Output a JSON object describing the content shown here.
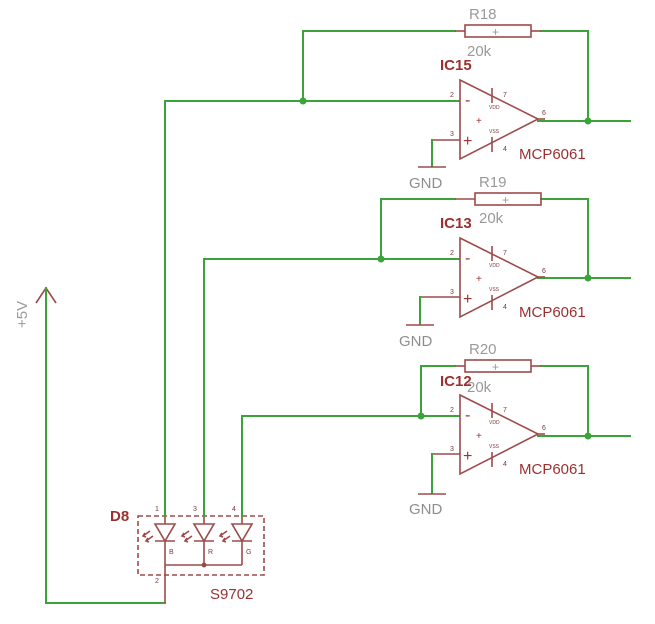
{
  "supply": {
    "label": "+5V"
  },
  "ground_label": "GND",
  "led": {
    "name": "D8",
    "part": "S9702",
    "pins": [
      "1",
      "3",
      "4",
      "2"
    ],
    "channels": [
      "B",
      "R",
      "G"
    ]
  },
  "opamp_pins": {
    "inv": "2",
    "noninv": "3",
    "vdd": "7",
    "vss": "4",
    "out": "6",
    "vdd_label": "VDD",
    "vss_label": "VSS",
    "minus": "-",
    "plus": "+"
  },
  "stages": [
    {
      "ic": "IC15",
      "part": "MCP6061",
      "resistor": "R18",
      "value": "20k"
    },
    {
      "ic": "IC13",
      "part": "MCP6061",
      "resistor": "R19",
      "value": "20k"
    },
    {
      "ic": "IC12",
      "part": "MCP6061",
      "resistor": "R20",
      "value": "20k"
    }
  ],
  "colors": {
    "wire": "#3aa33a",
    "symbol": "#9c4b4b",
    "label": "#9c3030",
    "value": "#9a9a9a"
  }
}
